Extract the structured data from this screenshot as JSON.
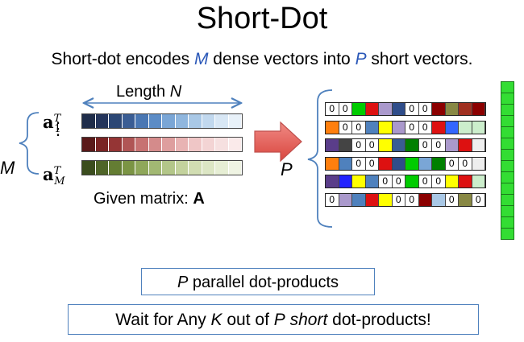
{
  "title": "Short-Dot",
  "subtitle": {
    "part1": "Short-dot encodes ",
    "M": "M",
    "part2": " dense vectors into ",
    "P": "P",
    "part3": " short vectors."
  },
  "length_label": {
    "text": "Length ",
    "N": "N"
  },
  "m_label": "M",
  "p_label": "P",
  "row_label_top": "a",
  "row_label_top_sup": "T",
  "row_label_top_sub": "1",
  "row_label_bottom": "a",
  "row_label_bottom_sup": "T",
  "row_label_bottom_sub": "M",
  "vdots": "⋮",
  "given": {
    "text": "Given matrix: ",
    "A": "A"
  },
  "box1": {
    "P": "P",
    "rest": " parallel dot-products"
  },
  "box2": {
    "part1": "Wait for Any ",
    "K": "K",
    "part2": " out of ",
    "P": "P",
    "short": "short",
    "part3": " dot-products!"
  },
  "zero_label": "0",
  "matrix_rows": [
    [
      "#1f2d4a",
      "#24355c",
      "#2c4775",
      "#3a5d94",
      "#4a77b3",
      "#5c8cc6",
      "#7aa6d6",
      "#8fb6de",
      "#a9c8e6",
      "#c1d8ee",
      "#d8e7f5",
      "#e8f1f9"
    ],
    [
      "#5a1a1a",
      "#7a2424",
      "#953535",
      "#b05555",
      "#c77272",
      "#d48b8b",
      "#de9e9e",
      "#e8b3b3",
      "#efc6c6",
      "#f3d4d4",
      "#f6e0e0",
      "#faeaea"
    ],
    [
      "#3b4d1e",
      "#4f6528",
      "#647d33",
      "#7b9444",
      "#8fa75a",
      "#a2b873",
      "#b3c689",
      "#c3d29d",
      "#d1ddb2",
      "#dce6c4",
      "#e6eed4",
      "#eff4e3"
    ]
  ],
  "short_rows": [
    [
      "0",
      "0",
      "#00cc00",
      "#dd1111",
      "#aa99cc",
      "#2f4d8a",
      "0",
      "0",
      "#8b0000",
      "#888844",
      "#a03020",
      "#8b0000"
    ],
    [
      "#ff7f0e",
      "0",
      "0",
      "#4f81bd",
      "#ffff00",
      "#aa99cc",
      "0",
      "0",
      "#dd1111",
      "#3366ff",
      "#cceecc",
      "#cceecc"
    ],
    [
      "#5a3d8a",
      "#444444",
      "0",
      "0",
      "#ffff00",
      "#3a5d94",
      "#008000",
      "0",
      "0",
      "#aa99cc",
      "#dd1111",
      "#eeeeee"
    ],
    [
      "#ff7f0e",
      "#4f81bd",
      "0",
      "0",
      "#dd1111",
      "#2f4d8a",
      "#00cc00",
      "#7aa6d6",
      "#008000",
      "0",
      "0",
      "#eeeeee"
    ],
    [
      "#5a3d8a",
      "#2222ff",
      "#ffff00",
      "#4f81bd",
      "0",
      "0",
      "#00cc00",
      "0",
      "0",
      "#ffff00",
      "#dd1111",
      "#cceecc"
    ],
    [
      "0",
      "#aa99cc",
      "#4f81bd",
      "#dd1111",
      "#ffff00",
      "0",
      "0",
      "#8b0000",
      "#a9c8e6",
      "0",
      "#888844",
      "0"
    ]
  ],
  "green_column_count": 14,
  "colors": {
    "arrow_fill": "#e8605a",
    "arrow_stroke": "#c0504d",
    "brace": "#4f81bd",
    "variable": "#2b58b8",
    "box_border": "#4f81bd",
    "green_cell": "#33dd33"
  }
}
